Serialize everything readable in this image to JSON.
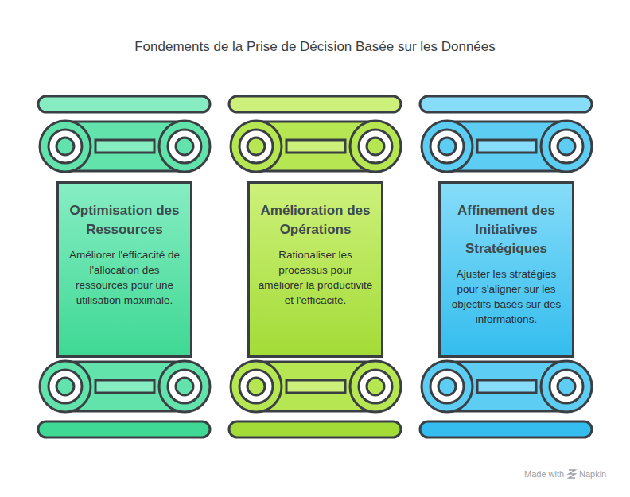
{
  "diagram": {
    "title": "Fondements de la Prise de Décision Basée sur les Données",
    "nodes": [
      {
        "text": [
          "Optimisation des Ressources",
          "Améliorer l'efficacité de l'allocation des ressources pour une utilisation maximale."
        ]
      },
      {
        "text": [
          "Amélioration des Opérations",
          "Rationaliser les processus pour améliorer la productivité et l'efficacité."
        ]
      },
      {
        "text": [
          "Affinement des Initiatives Stratégiques",
          "Ajuster les stratégies pour s'aligner sur les objectifs basés sur des informations."
        ]
      }
    ],
    "labels": [
      "Made with",
      "Napkin"
    ]
  }
}
